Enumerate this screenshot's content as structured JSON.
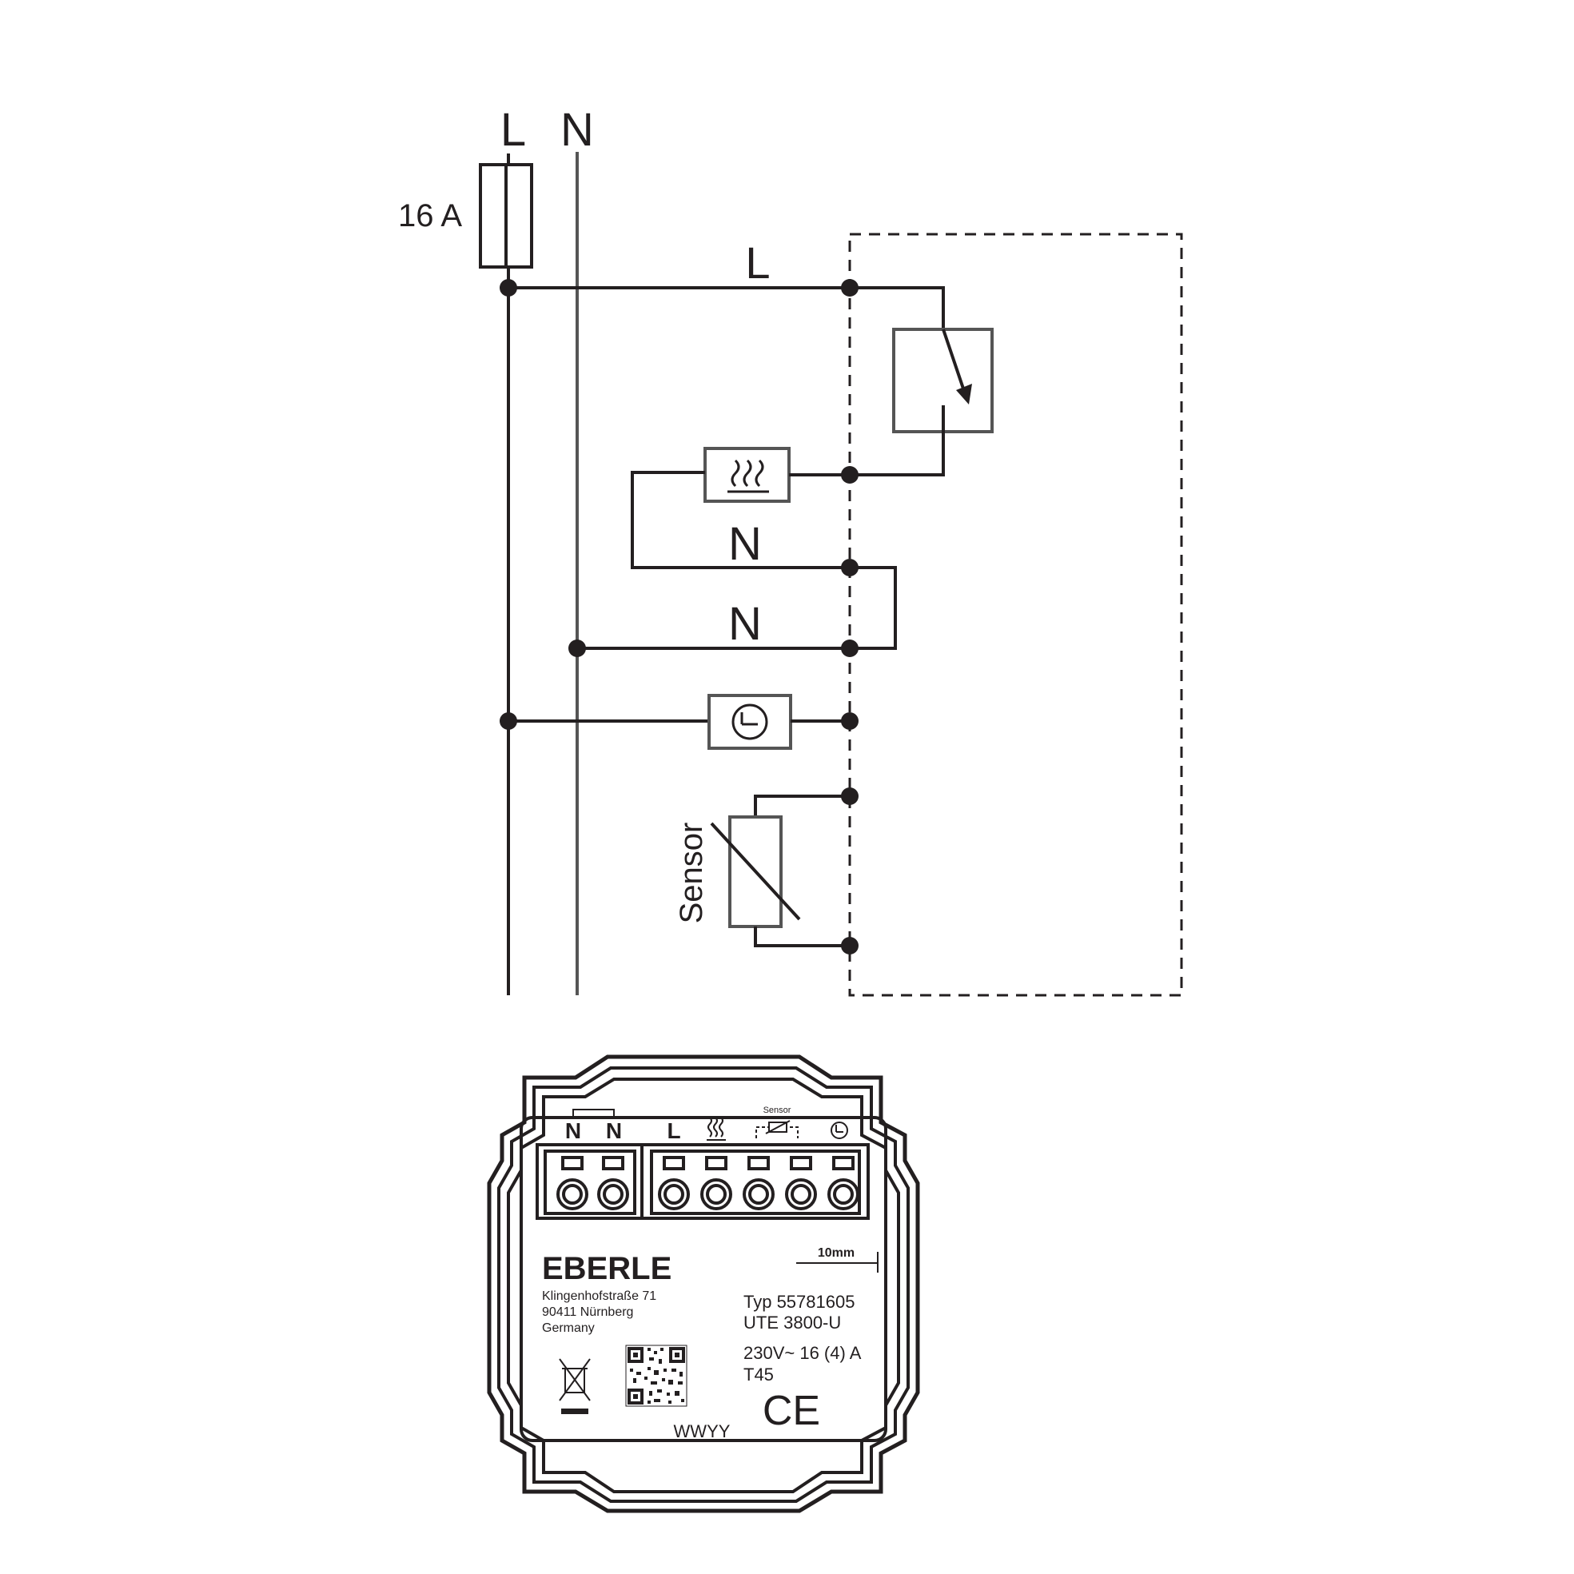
{
  "diagram": {
    "supply": {
      "line_label": "L",
      "neutral_label": "N",
      "fuse_rating": "16 A"
    },
    "wiring": {
      "l_wire_label": "L",
      "n_wire_label_upper": "N",
      "n_wire_label_lower": "N",
      "sensor_label": "Sensor"
    }
  },
  "device": {
    "terminal_labels": [
      "N",
      "N",
      "L"
    ],
    "terminal_symbol_names": [
      "heating-icon",
      "sensor-icon",
      "clock-icon"
    ],
    "sensor_terminal_label": "Sensor",
    "scale_label": "10mm",
    "brand": "EBERLE",
    "address": [
      "Klingenhofstraße 71",
      "90411 Nürnberg",
      "Germany"
    ],
    "type_line": "Typ 55781605",
    "model_line": "UTE 3800-U",
    "rating_line": "230V~ 16 (4) A",
    "temp_line": "T45",
    "ce_mark": "CE",
    "date_code": "WWYY",
    "weee_icon": "crossed-bin-icon",
    "qr_icon": "qr-code-icon"
  },
  "colors": {
    "ink": "#231f20",
    "line_gray": "#555555",
    "background": "#ffffff"
  }
}
